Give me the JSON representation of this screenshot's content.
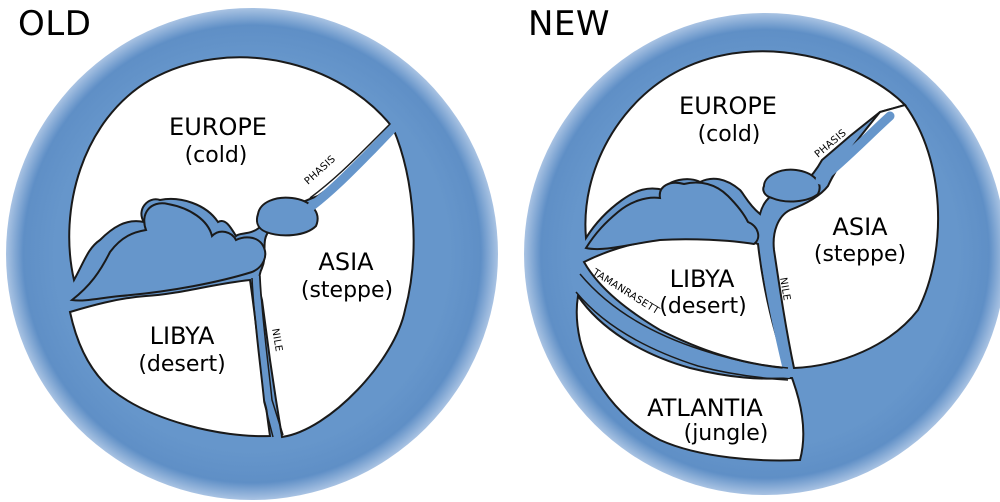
{
  "maps": [
    {
      "heading": "OLD",
      "regions": [
        {
          "name": "EUROPE",
          "climate": "(cold)"
        },
        {
          "name": "ASIA",
          "climate": "(steppe)"
        },
        {
          "name": "LIBYA",
          "climate": "(desert)"
        }
      ],
      "rivers": [
        "PHASIS",
        "NILE"
      ]
    },
    {
      "heading": "NEW",
      "regions": [
        {
          "name": "EUROPE",
          "climate": "(cold)"
        },
        {
          "name": "ASIA",
          "climate": "(steppe)"
        },
        {
          "name": "LIBYA",
          "climate": "(desert)"
        },
        {
          "name": "ATLANTIA",
          "climate": "(jungle)"
        }
      ],
      "rivers": [
        "PHASIS",
        "NILE",
        "TAMANRASETT"
      ]
    }
  ],
  "colors": {
    "ocean": "#6495c9",
    "land": "#ffffff",
    "outline": "#1a1a1a"
  }
}
